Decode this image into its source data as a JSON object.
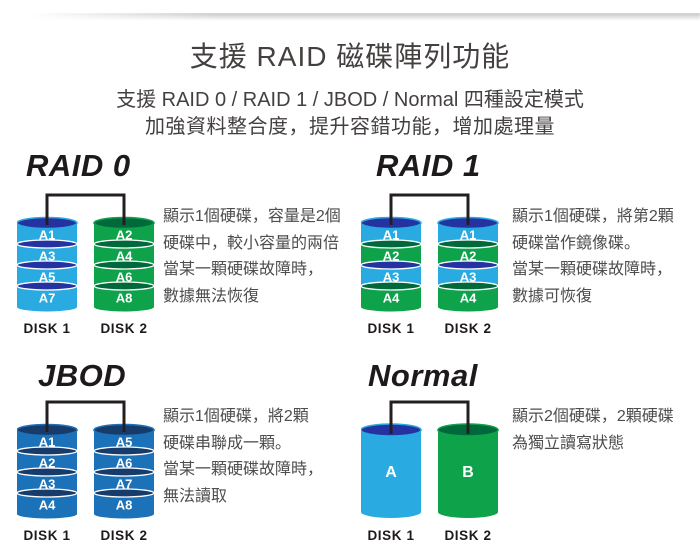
{
  "page": {
    "title": "支援 RAID 磁碟陣列功能",
    "subtitle1": "支援 RAID 0 / RAID 1 / JBOD / Normal 四種設定模式",
    "subtitle2": "加強資料整合度，提升容錯功能，增加處理量"
  },
  "colors": {
    "cyan": "#29ABE2",
    "navy": "#2533A2",
    "green": "#0EA24B",
    "dark_green": "#00693B",
    "steel_blue": "#1C72B8",
    "dark_navy": "#173C6B",
    "line": "#231F20"
  },
  "sections": {
    "raid0": {
      "heading": "RAID 0",
      "disk1": {
        "name": "DISK 1",
        "labels": [
          "A1",
          "A3",
          "A5",
          "A7"
        ]
      },
      "disk2": {
        "name": "DISK 2",
        "labels": [
          "A2",
          "A4",
          "A6",
          "A8"
        ]
      },
      "description": [
        "顯示1個硬碟，容量是2個",
        "硬碟中，較小容量的兩倍",
        "當某一顆硬碟故障時，",
        "數據無法恢復"
      ]
    },
    "raid1": {
      "heading": "RAID 1",
      "disk1": {
        "name": "DISK 1",
        "labels": [
          "A1",
          "A2",
          "A3",
          "A4"
        ]
      },
      "disk2": {
        "name": "DISK 2",
        "labels": [
          "A1",
          "A2",
          "A3",
          "A4"
        ]
      },
      "description": [
        "顯示1個硬碟，將第2顆",
        "硬碟當作鏡像碟。",
        "當某一顆硬碟故障時，",
        "數據可恢復"
      ]
    },
    "jbod": {
      "heading": "JBOD",
      "disk1": {
        "name": "DISK 1",
        "labels": [
          "A1",
          "A2",
          "A3",
          "A4"
        ]
      },
      "disk2": {
        "name": "DISK 2",
        "labels": [
          "A5",
          "A6",
          "A7",
          "A8"
        ]
      },
      "description": [
        "顯示1個硬碟，將2顆",
        "硬碟串聯成一顆。",
        "當某一顆硬碟故障時，",
        "無法讀取"
      ]
    },
    "normal": {
      "heading": "Normal",
      "disk1": {
        "name": "DISK 1",
        "labels": [
          "A"
        ]
      },
      "disk2": {
        "name": "DISK 2",
        "labels": [
          "B"
        ]
      },
      "description": [
        "顯示2個硬碟，2顆硬碟",
        "為獨立讀寫狀態"
      ]
    }
  }
}
